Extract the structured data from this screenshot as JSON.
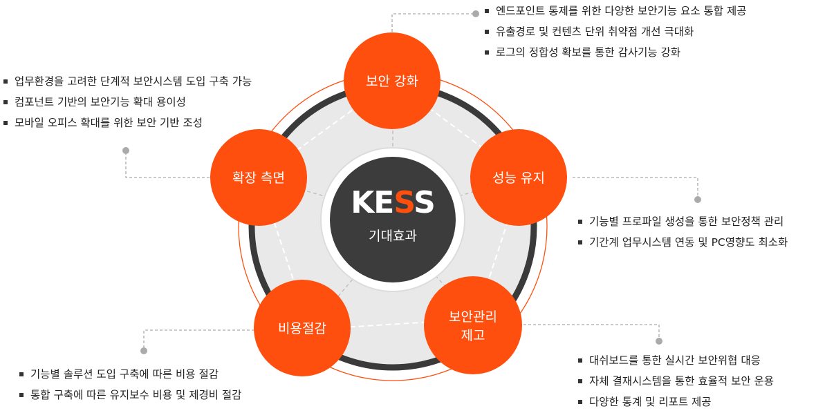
{
  "center": {
    "brand_prefix": "KE",
    "brand_accent": "S",
    "brand_suffix": "S",
    "subtitle": "기대효과"
  },
  "nodes": [
    {
      "key": "security",
      "lines": [
        "보안 강화"
      ]
    },
    {
      "key": "performance",
      "lines": [
        "성능 유지"
      ]
    },
    {
      "key": "management",
      "lines": [
        "보안관리",
        "제고"
      ]
    },
    {
      "key": "cost",
      "lines": [
        "비용절감"
      ]
    },
    {
      "key": "extension",
      "lines": [
        "확장 측면"
      ]
    }
  ],
  "bullets": {
    "security": [
      "엔드포인트 통제를 위한 다양한 보안기능 요소 통합 제공",
      "유출경로 및 컨텐츠 단위 취약점 개선 극대화",
      "로그의 정합성 확보를 통한 감사기능 강화"
    ],
    "extension": [
      "업무환경을 고려한 단계적 보안시스템 도입 구축 가능",
      "컴포넌트 기반의 보안기능 확대 용이성",
      "모바일 오피스 확대를 위한 보안 기반 조성"
    ],
    "performance": [
      "기능별 프로파일 생성을 통한  보안정책 관리",
      "기간계 업무시스템 연동 및 PC영향도 최소화"
    ],
    "cost": [
      "기능별 솔루션 도입 구축에 따른 비용 절감",
      "통합 구축에 따른 유지보수 비용 및 제경비 절감"
    ],
    "management": [
      "대쉬보드를 통한 실시간 보안위협 대응",
      "자체 결재시스템을 통한 효율적 보안 운용",
      "다양한 통계 및 리포트 제공"
    ]
  },
  "colors": {
    "accent": "#ff4f0f",
    "center_fill": "#3c3c3c",
    "ring": "#3a3a3a",
    "disc": "#e9e9e9",
    "connector": "#aaaaaa"
  }
}
